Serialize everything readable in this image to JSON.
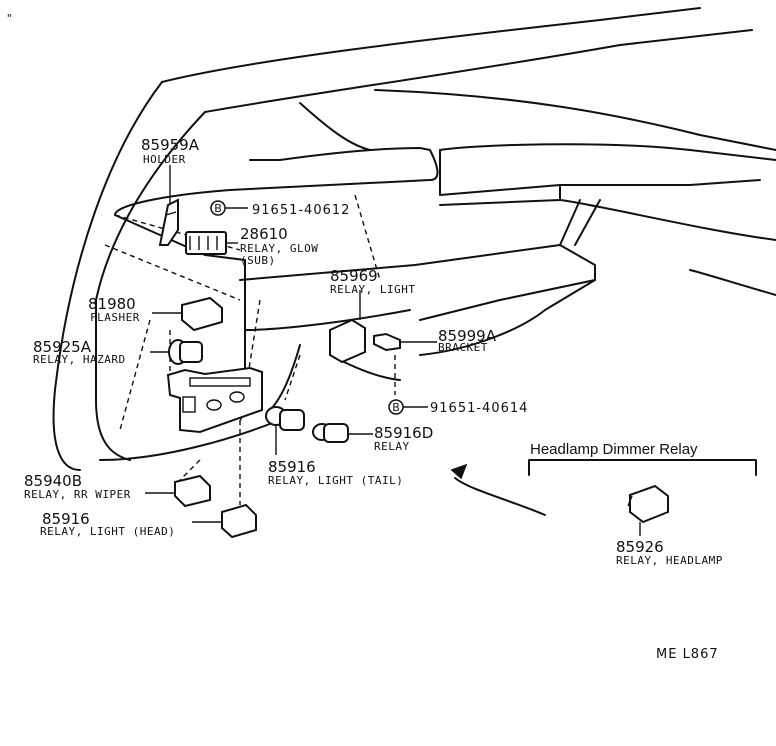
{
  "parts": [
    {
      "id": "holder",
      "number": "85959A",
      "name": "HOLDER"
    },
    {
      "id": "bolt-1",
      "number": "91651-40612",
      "callout": "B"
    },
    {
      "id": "relay-glow",
      "number": "28610",
      "name": "RELAY, GLOW",
      "name2": "(SUB)"
    },
    {
      "id": "relay-light-85969",
      "number": "85969",
      "name": "RELAY, LIGHT"
    },
    {
      "id": "flasher",
      "number": "81980",
      "name": "FLASHER"
    },
    {
      "id": "relay-hazard",
      "number": "85925A",
      "name": "RELAY, HAZARD"
    },
    {
      "id": "bracket",
      "number": "85999A",
      "name": "BRACKET"
    },
    {
      "id": "bolt-2",
      "number": "91651-40614",
      "callout": "B"
    },
    {
      "id": "relay-85916D",
      "number": "85916D",
      "name": "RELAY"
    },
    {
      "id": "relay-light-tail",
      "number": "85916",
      "name": "RELAY, LIGHT (TAIL)"
    },
    {
      "id": "relay-rr-wiper",
      "number": "85940B",
      "name": "RELAY, RR WIPER"
    },
    {
      "id": "relay-light-head",
      "number": "85916",
      "name": "RELAY, LIGHT (HEAD)"
    },
    {
      "id": "relay-headlamp",
      "number": "85926",
      "name": "RELAY, HEADLAMP"
    }
  ],
  "inset": {
    "title": "Headlamp Dimmer Relay"
  },
  "drawing_code": "ME  L867",
  "corner_mark": "\""
}
